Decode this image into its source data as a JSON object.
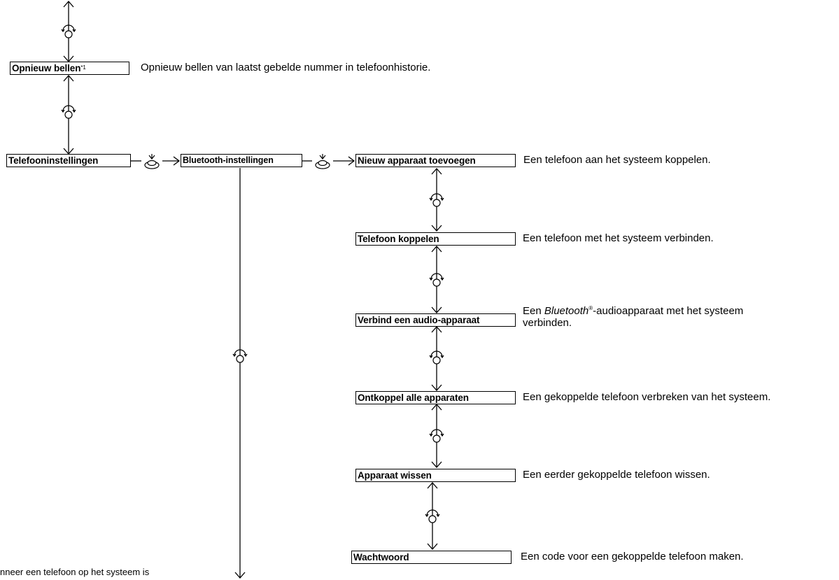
{
  "menu": {
    "redial": {
      "label": "Opnieuw bellen",
      "footnote": "*1",
      "description": "Opnieuw bellen van laatst gebelde nummer in telefoonhistorie."
    },
    "phone_settings": {
      "label": "Telefooninstellingen"
    },
    "bluetooth_settings": {
      "label": "Bluetooth-instellingen"
    },
    "add_device": {
      "label": "Nieuw apparaat toevoegen",
      "description": "Een telefoon aan het systeem koppelen."
    },
    "connect_phone": {
      "label": "Telefoon koppelen",
      "description": "Een telefoon met het systeem verbinden."
    },
    "connect_audio": {
      "label": "Verbind een audio-apparaat",
      "description_prefix": "Een ",
      "description_italic": "Bluetooth",
      "description_reg": "®",
      "description_suffix": "-audioapparaat met het systeem",
      "description_line2": "verbinden."
    },
    "disconnect_all": {
      "label": "Ontkoppel alle apparaten",
      "description": "Een gekoppelde telefoon verbreken van het systeem."
    },
    "delete_device": {
      "label": "Apparaat wissen",
      "description": "Een eerder gekoppelde telefoon wissen."
    },
    "passcode": {
      "label": "Wachtwoord",
      "description": "Een code voor een gekoppelde telefoon maken."
    }
  },
  "footer_note": "nneer een telefoon op het systeem is",
  "icons": {
    "rotate": "rotate-knob-icon",
    "press": "press-knob-icon"
  }
}
